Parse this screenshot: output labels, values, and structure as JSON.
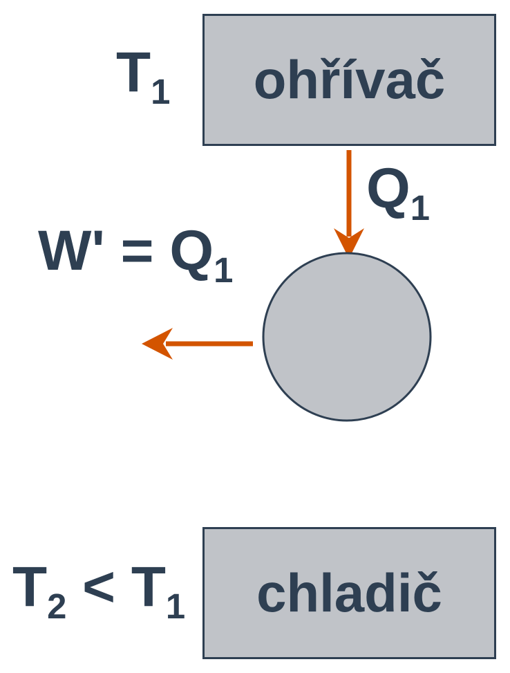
{
  "heater": {
    "label": "ohřívač",
    "temperature": {
      "symbol": "T",
      "sub": "1"
    }
  },
  "heat_flow": {
    "symbol": "Q",
    "sub": "1"
  },
  "work": {
    "prefix": "W' = Q",
    "sub": "1"
  },
  "cooler": {
    "label": "chladič",
    "temperature": {
      "symbol": "T",
      "sub": "2",
      "relation": " < T",
      "sub2": "1"
    }
  },
  "colors": {
    "box_fill": "#c0c3c8",
    "outline": "#2e3f52",
    "arrow": "#d35400",
    "text": "#2e3f52"
  }
}
